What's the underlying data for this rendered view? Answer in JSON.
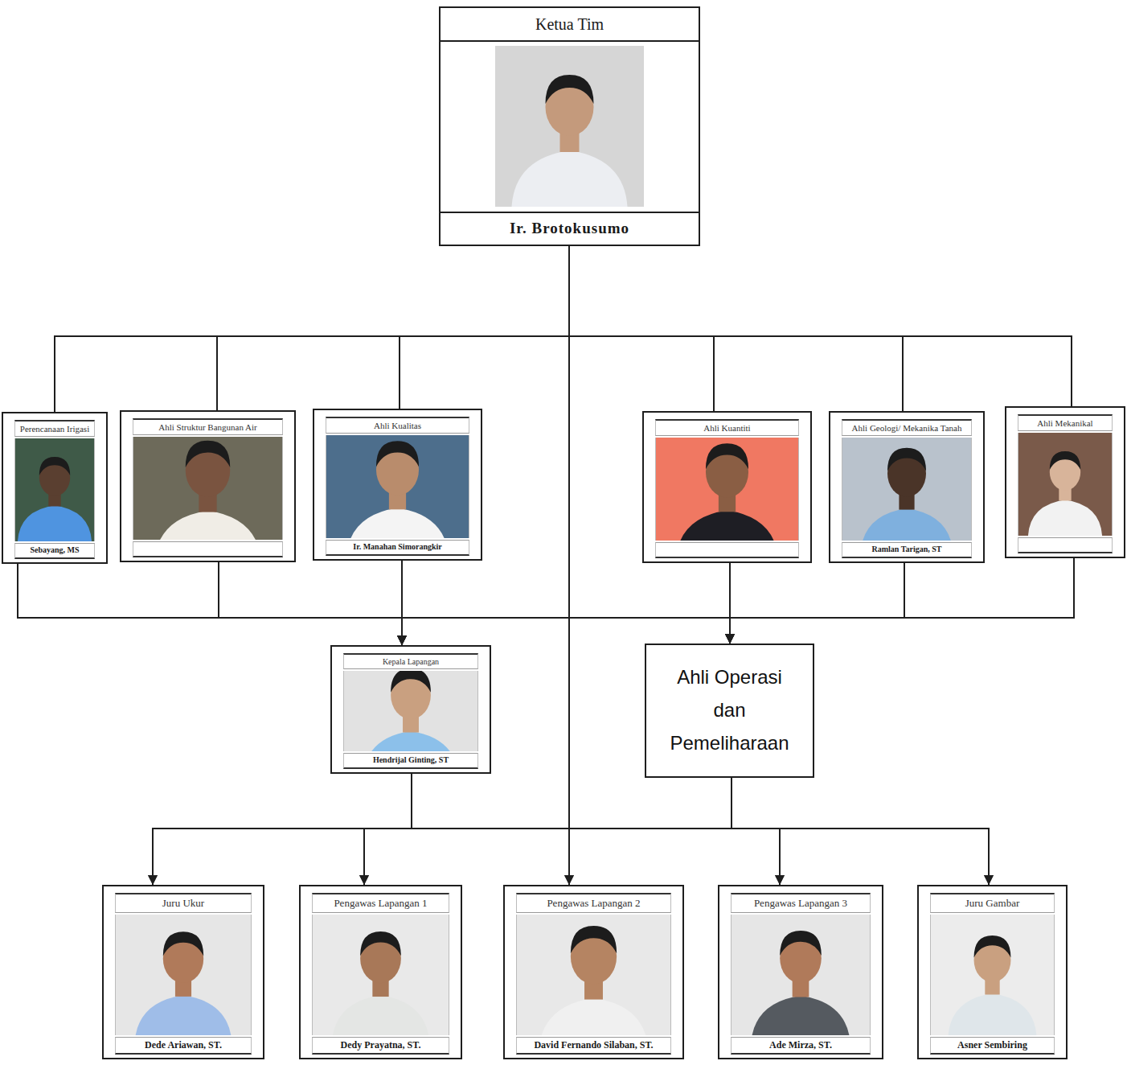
{
  "diagram": {
    "nodes": [
      {
        "text": [
          "Ketua Tim",
          "Ir. Brotokusumo"
        ]
      },
      {
        "text": [
          "Perencanaan Irigasi",
          "Sebayang, MS"
        ]
      },
      {
        "text": [
          "Ahli Struktur Bangunan Air"
        ]
      },
      {
        "text": [
          "Ahli Kualitas",
          "Ir. Manahan Simorangkir"
        ]
      },
      {
        "text": [
          "Ahli Kuantiti"
        ]
      },
      {
        "text": [
          "Ahli Geologi/ Mekanika Tanah",
          "Ramlan Tarigan, ST"
        ]
      },
      {
        "text": [
          "Ahli Mekanikal"
        ]
      },
      {
        "text": [
          "Kepala Lapangan",
          "Hendrijal Ginting, ST"
        ]
      },
      {
        "text": [
          "Ahli Operasi dan Pemeliharaan"
        ]
      },
      {
        "text": [
          "Juru Ukur",
          "Dede Ariawan, ST."
        ]
      },
      {
        "text": [
          "Pengawas Lapangan 1",
          "Dedy Prayatna, ST."
        ]
      },
      {
        "text": [
          "Pengawas Lapangan 2",
          "David Fernando Silaban, ST."
        ]
      },
      {
        "text": [
          "Pengawas Lapangan 3",
          "Ade Mirza, ST."
        ]
      },
      {
        "text": [
          "Juru Gambar",
          "Asner Sembiring"
        ]
      }
    ],
    "edges": [
      {
        "from": 0,
        "to": 1,
        "arrow": "none"
      },
      {
        "from": 0,
        "to": 2,
        "arrow": "none"
      },
      {
        "from": 0,
        "to": 3,
        "arrow": "none"
      },
      {
        "from": 0,
        "to": 4,
        "arrow": "none"
      },
      {
        "from": 0,
        "to": 5,
        "arrow": "none"
      },
      {
        "from": 0,
        "to": 6,
        "arrow": "none"
      },
      {
        "from": 0,
        "to": 11,
        "arrow": "none"
      },
      {
        "from": 1,
        "to": 7,
        "arrow": "to"
      },
      {
        "from": 2,
        "to": 7,
        "arrow": "to"
      },
      {
        "from": 3,
        "to": 7,
        "arrow": "to"
      },
      {
        "from": 4,
        "to": 7,
        "arrow": "to"
      },
      {
        "from": 5,
        "to": 7,
        "arrow": "to"
      },
      {
        "from": 6,
        "to": 7,
        "arrow": "to"
      },
      {
        "from": 1,
        "to": 8,
        "arrow": "to"
      },
      {
        "from": 2,
        "to": 8,
        "arrow": "to"
      },
      {
        "from": 3,
        "to": 8,
        "arrow": "to"
      },
      {
        "from": 4,
        "to": 8,
        "arrow": "to"
      },
      {
        "from": 5,
        "to": 8,
        "arrow": "to"
      },
      {
        "from": 6,
        "to": 8,
        "arrow": "to"
      },
      {
        "from": 7,
        "to": 9,
        "arrow": "to"
      },
      {
        "from": 7,
        "to": 10,
        "arrow": "to"
      },
      {
        "from": 7,
        "to": 11,
        "arrow": "to"
      },
      {
        "from": 7,
        "to": 12,
        "arrow": "to"
      },
      {
        "from": 7,
        "to": 13,
        "arrow": "to"
      },
      {
        "from": 8,
        "to": 9,
        "arrow": "to"
      },
      {
        "from": 8,
        "to": 10,
        "arrow": "to"
      },
      {
        "from": 8,
        "to": 11,
        "arrow": "to"
      },
      {
        "from": 8,
        "to": 12,
        "arrow": "to"
      },
      {
        "from": 8,
        "to": 13,
        "arrow": "to"
      }
    ]
  }
}
